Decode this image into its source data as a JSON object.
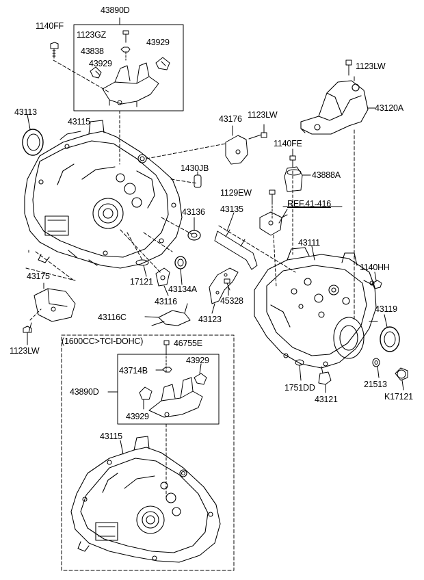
{
  "labels": {
    "l43890D_top": "43890D",
    "l1140FF": "1140FF",
    "l1123GZ": "1123GZ",
    "l43838": "43838",
    "l43929_a": "43929",
    "l43929_b": "43929",
    "l1123LW_top": "1123LW",
    "l43120A": "43120A",
    "l43113": "43113",
    "l43115_top": "43115",
    "l43176": "43176",
    "l1123LW_mid": "1123LW",
    "l1140FE": "1140FE",
    "l1430JB": "1430JB",
    "l43888A": "43888A",
    "l1129EW": "1129EW",
    "l43135": "43135",
    "lREF": "REF.41-416",
    "l43136": "43136",
    "l43111": "43111",
    "l1140HH": "1140HH",
    "l43175": "43175",
    "l17121": "17121",
    "l43134A": "43134A",
    "l43116": "43116",
    "l45328": "45328",
    "l43123": "43123",
    "l43116C": "43116C",
    "l43119": "43119",
    "l1123LW_bot": "1123LW",
    "l1600": "(1600CC>TCI-DOHC)",
    "l46755E": "46755E",
    "l43714B": "43714B",
    "l43929_c": "43929",
    "l43890D_bot": "43890D",
    "l43929_d": "43929",
    "l21513": "21513",
    "l1751DD": "1751DD",
    "l43121": "43121",
    "lK17121": "K17121",
    "l43115_bot": "43115"
  }
}
